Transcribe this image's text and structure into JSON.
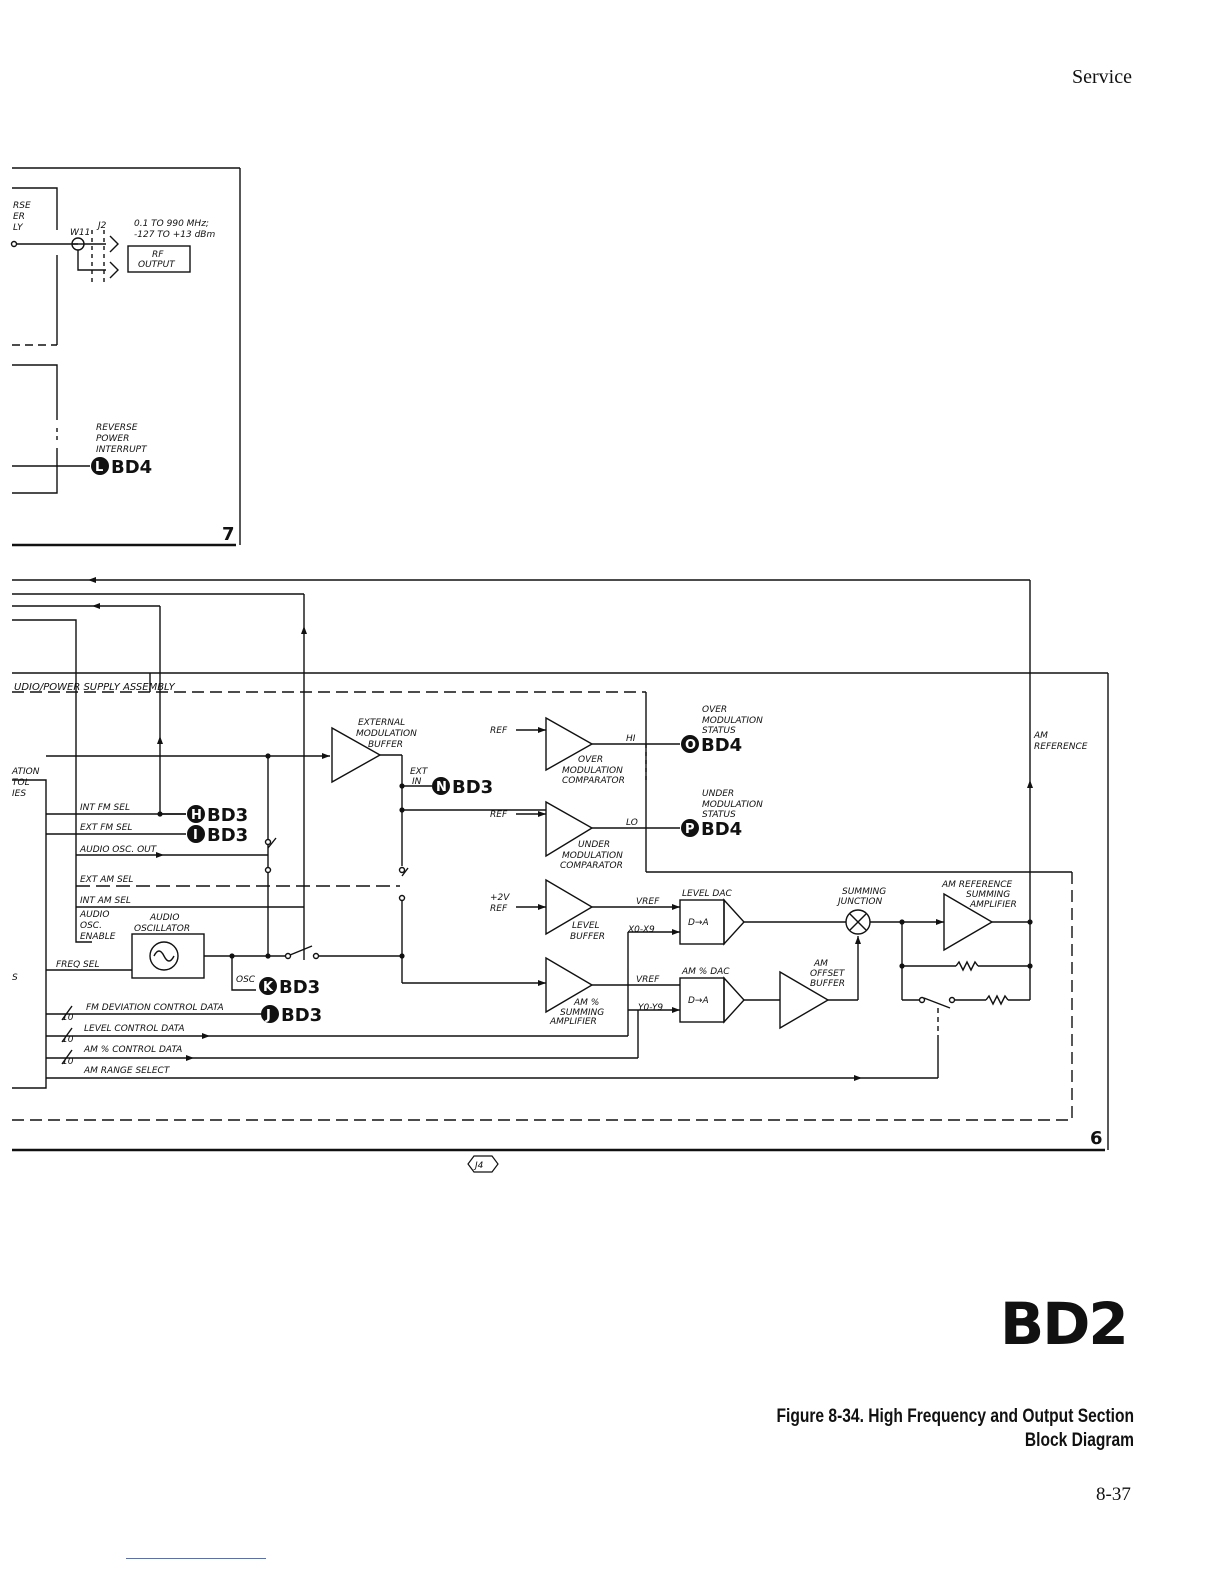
{
  "header": {
    "section": "Service"
  },
  "section7": {
    "labels": {
      "partial_title": [
        "RSE",
        "ER",
        "LY"
      ],
      "w11": "W11",
      "j2": "J2",
      "freq_range": "0.1 TO 990 MHz;",
      "power_range": "-127 TO +13 dBm",
      "rf_output": [
        "RF",
        "OUTPUT"
      ],
      "reverse_power": [
        "REVERSE",
        "POWER",
        "INTERRUPT"
      ]
    },
    "refs": {
      "reverse_interrupt": {
        "letter": "L",
        "target": "BD4"
      }
    },
    "number": "7"
  },
  "section6": {
    "assembly_label": "UDIO/POWER SUPPLY ASSEMBLY",
    "left_partial": [
      "ATION",
      "TOL",
      "IES"
    ],
    "left_partial_s": "S",
    "signals": {
      "int_fm_sel": "INT FM SEL",
      "ext_fm_sel": "EXT FM SEL",
      "audio_osc_out": "AUDIO OSC. OUT",
      "ext_am_sel": "EXT AM SEL",
      "int_am_sel": "INT AM SEL",
      "audio_osc_enable": [
        "AUDIO",
        "OSC.",
        "ENABLE"
      ],
      "freq_sel": "FREQ SEL",
      "fm_dev_data": "FM DEVIATION CONTROL DATA",
      "level_data": "LEVEL CONTROL DATA",
      "am_pct_data": "AM % CONTROL DATA",
      "am_range_select": "AM RANGE SELECT",
      "bus10": "10",
      "osc": "OSC",
      "ext_in": [
        "EXT",
        "IN"
      ]
    },
    "blocks": {
      "audio_oscillator": [
        "AUDIO",
        "OSCILLATOR"
      ],
      "ext_mod_buffer": [
        "EXTERNAL",
        "MODULATION",
        "BUFFER"
      ],
      "over_mod_comp": [
        "OVER",
        "MODULATION",
        "COMPARATOR"
      ],
      "under_mod_comp": [
        "UNDER",
        "MODULATION",
        "COMPARATOR"
      ],
      "level_buffer": [
        "LEVEL",
        "BUFFER"
      ],
      "am_pct_amp": [
        "AM %",
        "SUMMING",
        "AMPLIFIER"
      ],
      "level_dac": "LEVEL DAC",
      "am_pct_dac": "AM % DAC",
      "d_a": "D→A",
      "am_offset_buffer": [
        "AM",
        "OFFSET",
        "BUFFER"
      ],
      "summing_junction": [
        "SUMMING",
        "JUNCTION"
      ],
      "am_ref_amp": [
        "AM REFERENCE",
        "SUMMING",
        "AMPLIFIER"
      ]
    },
    "misc": {
      "ref": "REF",
      "hi": "HI",
      "lo": "LO",
      "plus2v": "+2V",
      "vref": "VREF",
      "x0_x9": "X0-X9",
      "y0_y9": "Y0-Y9",
      "over_status": [
        "OVER",
        "MODULATION",
        "STATUS"
      ],
      "under_status": [
        "UNDER",
        "MODULATION",
        "STATUS"
      ],
      "am_reference": [
        "AM",
        "REFERENCE"
      ]
    },
    "refs": {
      "int_fm": {
        "letter": "H",
        "target": "BD3"
      },
      "ext_fm": {
        "letter": "I",
        "target": "BD3"
      },
      "osc": {
        "letter": "K",
        "target": "BD3"
      },
      "fm_dev": {
        "letter": "J",
        "target": "BD3"
      },
      "ext_in": {
        "letter": "N",
        "target": "BD3"
      },
      "over": {
        "letter": "O",
        "target": "BD4"
      },
      "under": {
        "letter": "P",
        "target": "BD4"
      }
    },
    "number": "6"
  },
  "connector": "J4",
  "diagram_id": "BD2",
  "caption": {
    "line1": "Figure 8-34.  High Frequency and Output Section",
    "line2": "Block Diagram"
  },
  "page_number": "8-37"
}
